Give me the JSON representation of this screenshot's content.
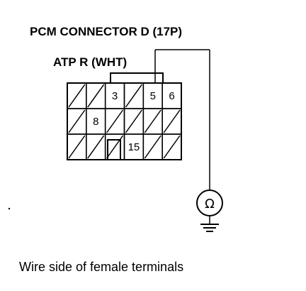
{
  "connector": {
    "title": "PCM CONNECTOR D (17P)",
    "wire_label": "ATP R (WHT)",
    "rows": [
      [
        {
          "label": "",
          "hatched": true
        },
        {
          "label": "",
          "hatched": true
        },
        {
          "label": "3",
          "hatched": false
        },
        {
          "label": "",
          "hatched": true
        },
        {
          "label": "5",
          "hatched": false
        },
        {
          "label": "6",
          "hatched": false
        }
      ],
      [
        {
          "label": "",
          "hatched": true
        },
        {
          "label": "8",
          "hatched": false
        },
        {
          "label": "",
          "hatched": true
        },
        {
          "label": "",
          "hatched": true
        },
        {
          "label": "",
          "hatched": true
        },
        {
          "label": "",
          "hatched": true
        }
      ],
      [
        {
          "label": "",
          "hatched": true
        },
        {
          "label": "",
          "hatched": true
        },
        {
          "label": "",
          "hatched": true
        },
        {
          "label": "15",
          "hatched": false
        },
        {
          "label": "",
          "hatched": true
        },
        {
          "label": "",
          "hatched": true
        }
      ]
    ]
  },
  "meter": {
    "icon": "ohmmeter-icon",
    "symbol": "Ω"
  },
  "ground": {
    "icon": "ground-icon"
  },
  "caption": "Wire side of female terminals"
}
